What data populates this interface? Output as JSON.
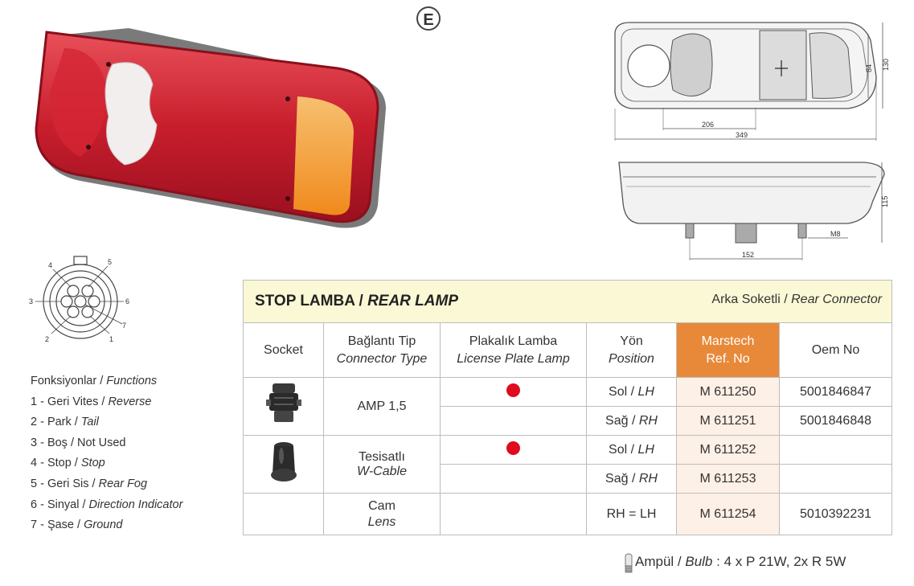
{
  "badge": "E",
  "connector_labels": [
    "1",
    "2",
    "3",
    "4",
    "5",
    "6",
    "7"
  ],
  "functions": {
    "title_tr": "Fonksiyonlar",
    "title_en": "Functions",
    "items": [
      {
        "tr": "1 - Geri Vites",
        "en": "Reverse"
      },
      {
        "tr": "2 - Park",
        "en": "Tail"
      },
      {
        "tr": "3 - Boş",
        "en": "Not Used",
        "en_italic": false
      },
      {
        "tr": "4 - Stop",
        "en": "Stop"
      },
      {
        "tr": "5 - Geri Sis",
        "en": "Rear Fog"
      },
      {
        "tr": "6 - Sinyal",
        "en": "Direction Indicator"
      },
      {
        "tr": "7 - Şase",
        "en": "Ground"
      }
    ]
  },
  "dimensions": {
    "top_view": [
      "206",
      "349",
      "84",
      "130"
    ],
    "side_view": [
      "115",
      "M8",
      "152"
    ]
  },
  "table": {
    "title_tr": "STOP LAMBA",
    "title_en": "REAR LAMP",
    "connector_tr": "Arka Soketli",
    "connector_en": "Rear Connector",
    "headers": {
      "socket": "Socket",
      "type_tr": "Bağlantı Tip",
      "type_en": "Connector Type",
      "plate_tr": "Plakalık Lamba",
      "plate_en": "License Plate Lamp",
      "pos_tr": "Yön",
      "pos_en": "Position",
      "ref_1": "Marstech",
      "ref_2": "Ref. No",
      "oem": "Oem No"
    },
    "rows": [
      {
        "type": "AMP 1,5",
        "pos_tr": "Sol",
        "pos_en": "LH",
        "ref": "M 611250",
        "oem": "5001846847"
      },
      {
        "pos_tr": "Sağ",
        "pos_en": "RH",
        "ref": "M 611251",
        "oem": "5001846848"
      },
      {
        "type_tr": "Tesisatlı",
        "type_en": "W-Cable",
        "pos_tr": "Sol",
        "pos_en": "LH",
        "ref": "M 611252",
        "oem": ""
      },
      {
        "pos_tr": "Sağ",
        "pos_en": "RH",
        "ref": "M 611253",
        "oem": ""
      },
      {
        "type_tr": "Cam",
        "type_en": "Lens",
        "pos": "RH = LH",
        "ref": "M 611254",
        "oem": "5010392231"
      }
    ]
  },
  "bulb": {
    "tr": "Ampül",
    "en": "Bulb",
    "value": ": 4 x P 21W, 2x R 5W"
  },
  "colors": {
    "orange_header": "#e8893a",
    "peach_cell": "#fdf0e6",
    "title_bg": "#fbf8d6",
    "dot": "#e00b1c"
  }
}
